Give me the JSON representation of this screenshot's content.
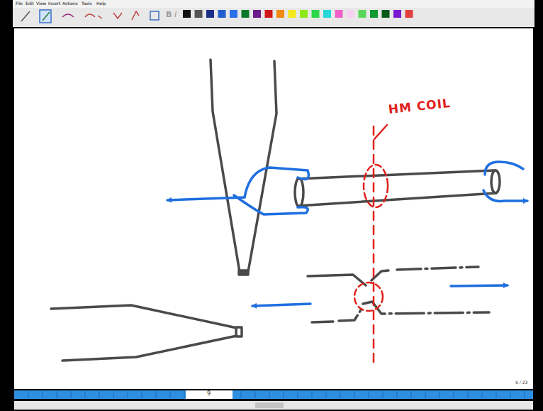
{
  "diagram": {
    "labels": [
      "File",
      "Edit",
      "View",
      "Insert",
      "Actions",
      "Tools",
      "Help",
      "B",
      "I",
      "HM COIL",
      "9 / 23",
      "9"
    ]
  }
}
